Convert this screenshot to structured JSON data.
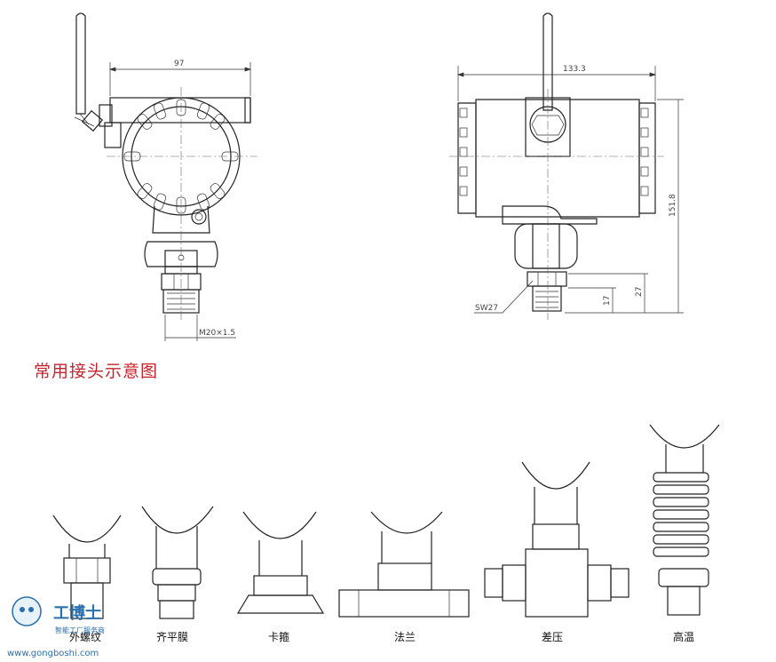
{
  "section_title": "常用接头示意图",
  "dimensions": {
    "width_side": "97",
    "width_front": "133.3",
    "height_total": "151.8",
    "thread": "M20×1.5",
    "wrench": "SW27",
    "dim_17": "17",
    "dim_27": "27"
  },
  "connectors": [
    {
      "label": "外螺纹"
    },
    {
      "label": "齐平膜"
    },
    {
      "label": "卡箍"
    },
    {
      "label": "法兰"
    },
    {
      "label": "差压"
    },
    {
      "label": "高温"
    }
  ],
  "watermark": {
    "brand": "工博士",
    "slogan": "智能工厂服务商",
    "url": "www.gongboshi.com"
  }
}
